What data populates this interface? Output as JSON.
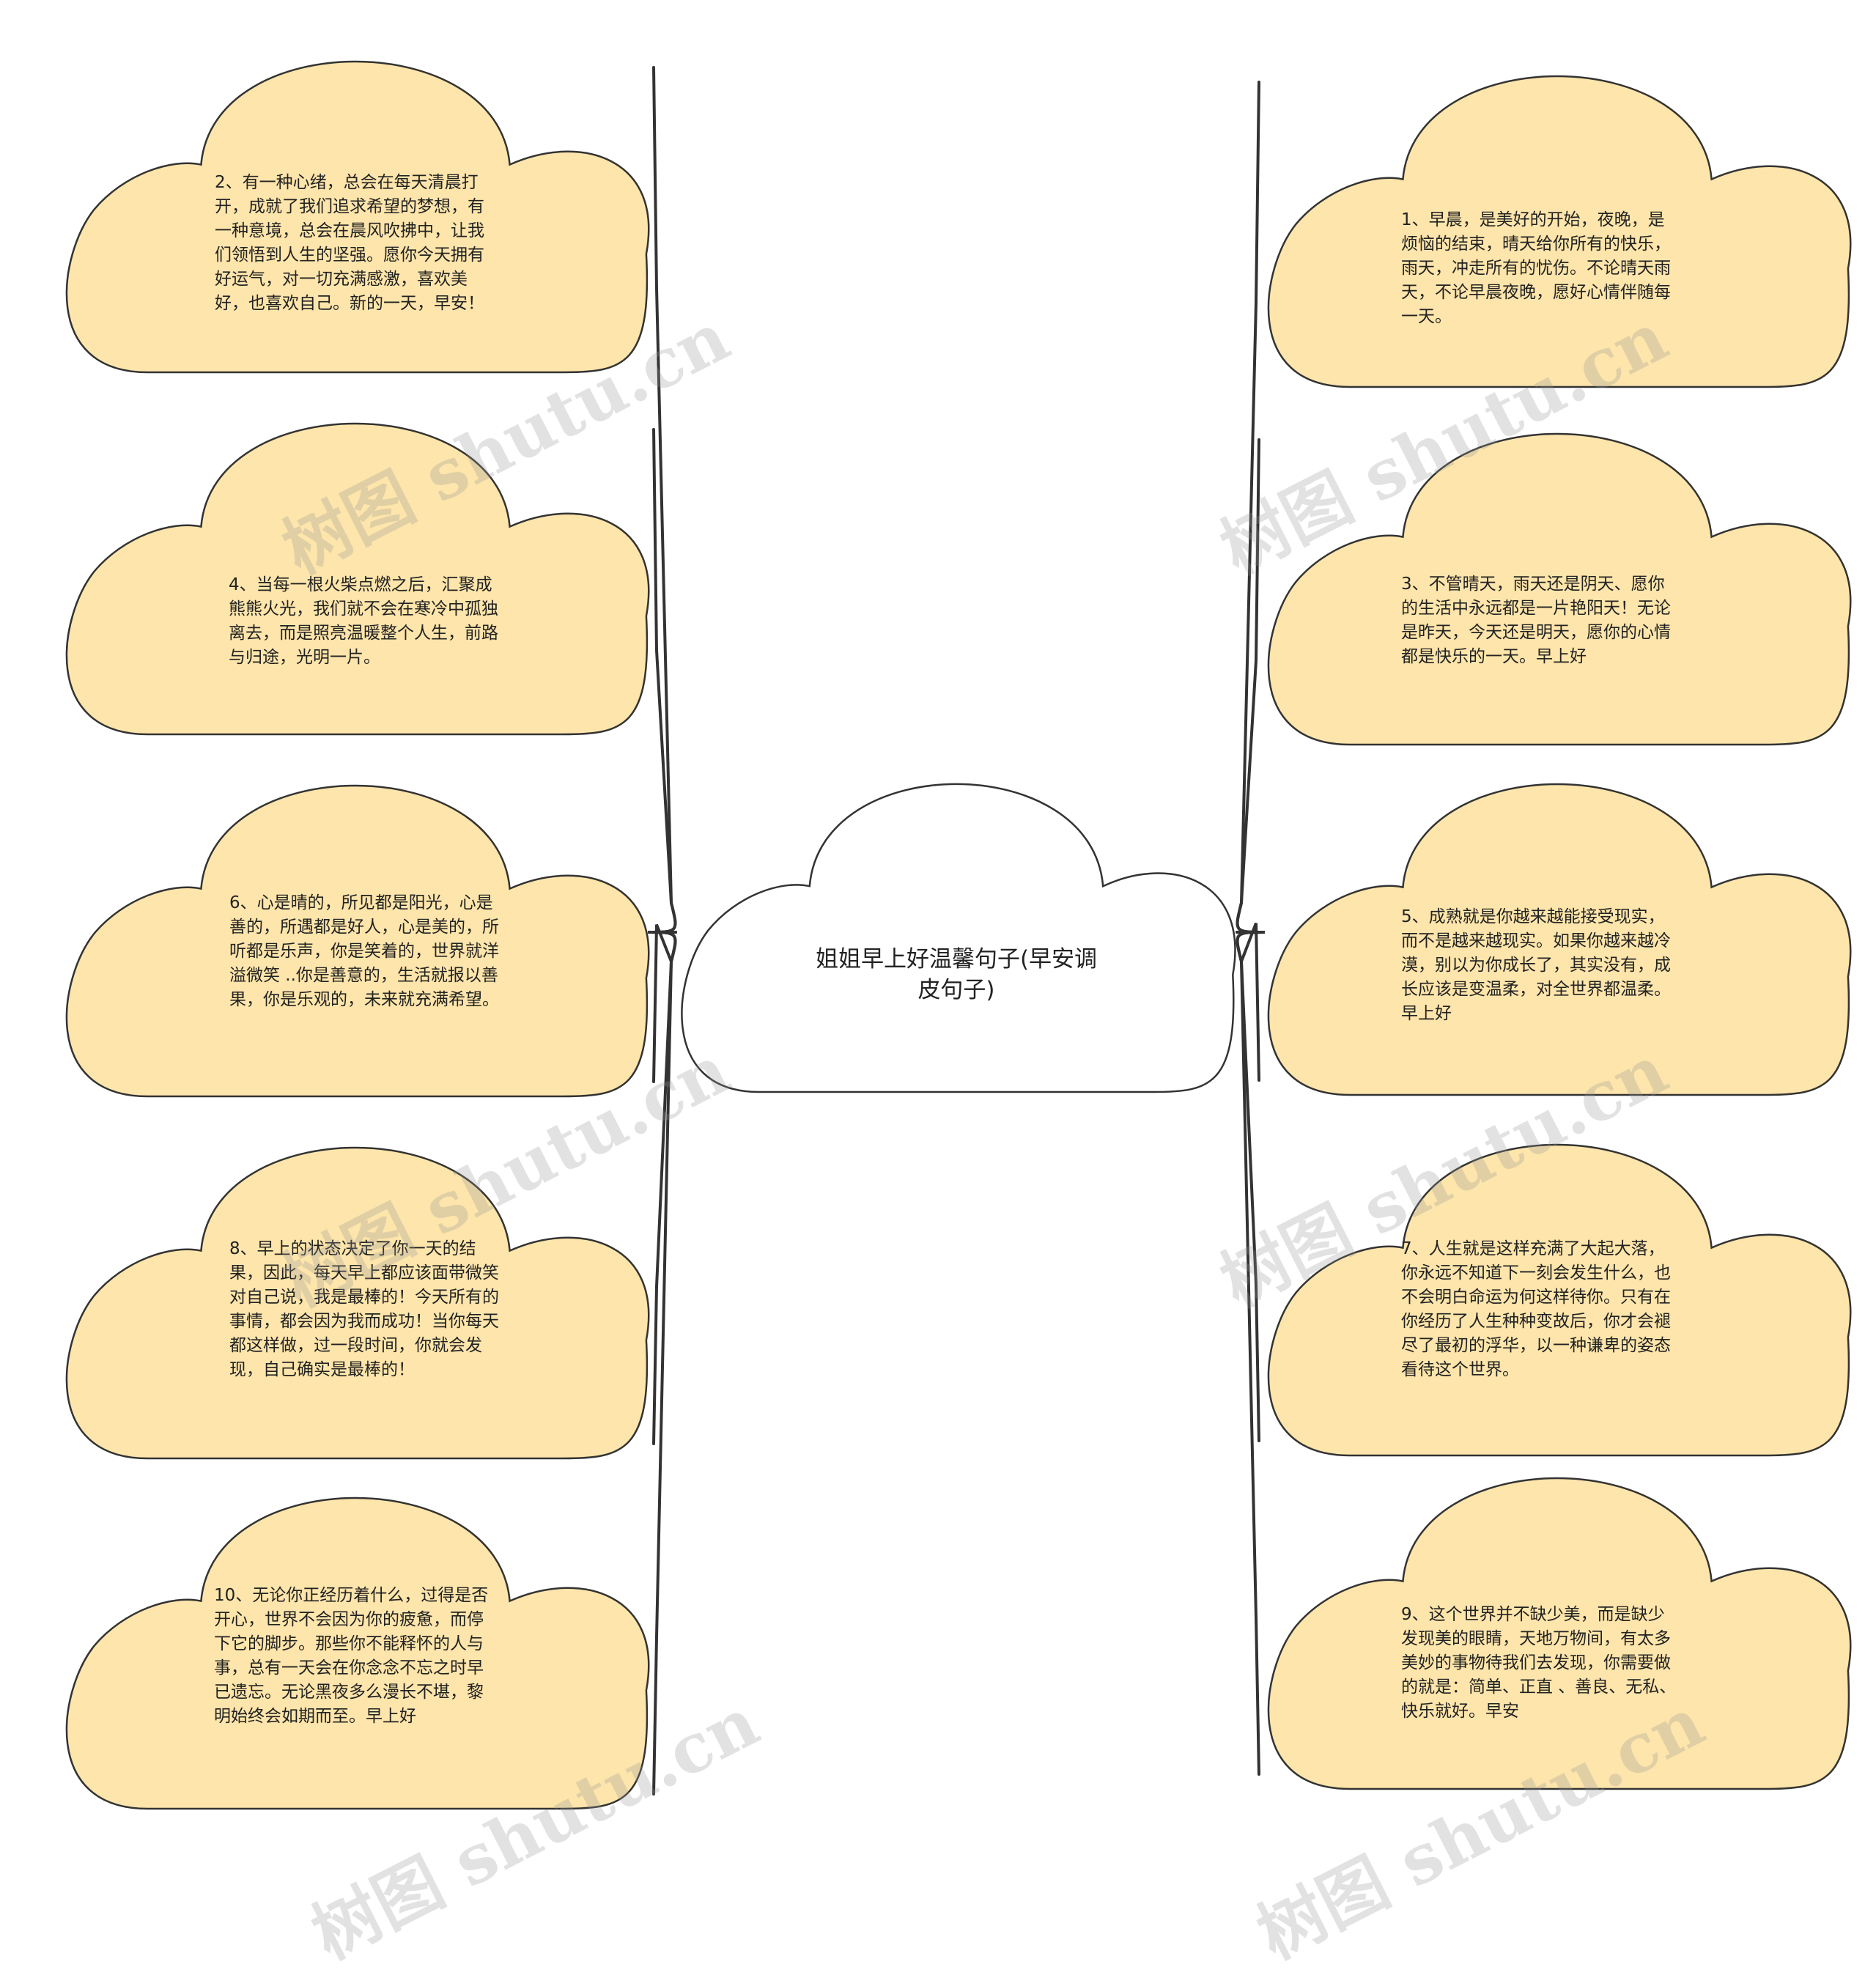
{
  "root": {
    "title": "姐姐早上好温馨句子(早安调皮句子)"
  },
  "nodes": [
    {
      "id": 1,
      "side": "right",
      "text": "1、早晨，是美好的开始，夜晚，是烦恼的结束，晴天给你所有的快乐，雨天，冲走所有的忧伤。不论晴天雨天，不论早晨夜晚，愿好心情伴随每一天。"
    },
    {
      "id": 2,
      "side": "left",
      "text": "2、有一种心绪，总会在每天清晨打开，成就了我们追求希望的梦想，有一种意境，总会在晨风吹拂中，让我们领悟到人生的坚强。愿你今天拥有好运气，对一切充满感激，喜欢美好，也喜欢自己。新的一天，早安！"
    },
    {
      "id": 3,
      "side": "right",
      "text": "3、不管晴天，雨天还是阴天、愿你的生活中永远都是一片艳阳天！无论是昨天，今天还是明天，愿你的心情都是快乐的一天。早上好"
    },
    {
      "id": 4,
      "side": "left",
      "text": "4、当每一根火柴点燃之后，汇聚成熊熊火光，我们就不会在寒冷中孤独离去，而是照亮温暖整个人生，前路与归途，光明一片。"
    },
    {
      "id": 5,
      "side": "right",
      "text": "5、成熟就是你越来越能接受现实，而不是越来越现实。如果你越来越冷漠，别以为你成长了，其实没有，成长应该是变温柔，对全世界都温柔。早上好"
    },
    {
      "id": 6,
      "side": "left",
      "text": "6、心是晴的，所见都是阳光，心是善的，所遇都是好人，心是美的，所听都是乐声，你是笑着的，世界就洋溢微笑 ..你是善意的，生活就报以善果，你是乐观的，未来就充满希望。"
    },
    {
      "id": 7,
      "side": "right",
      "text": "7、人生就是这样充满了大起大落，你永远不知道下一刻会发生什么，也不会明白命运为何这样待你。只有在你经历了人生种种变故后，你才会褪尽了最初的浮华，以一种谦卑的姿态看待这个世界。"
    },
    {
      "id": 8,
      "side": "left",
      "text": "8、早上的状态决定了你一天的结果，因此，每天早上都应该面带微笑对自己说，我是最棒的！今天所有的事情，都会因为我而成功！当你每天都这样做，过一段时间，你就会发现，自己确实是最棒的！"
    },
    {
      "id": 9,
      "side": "right",
      "text": "9、这个世界并不缺少美，而是缺少发现美的眼睛，天地万物间，有太多美妙的事物待我们去发现，你需要做的就是：简单、正直 、善良、无私、快乐就好。早安"
    },
    {
      "id": 10,
      "side": "left",
      "text": "10、无论你正经历着什么，过得是否开心，世界不会因为你的疲惫，而停下它的脚步。那些你不能释怀的人与事，总有一天会在你念念不忘之时早已遗忘。无论黑夜多么漫长不堪，黎明始终会如期而至。早上好"
    }
  ],
  "watermark": "树图 shutu.cn",
  "colors": {
    "leaf_fill": "#fde5ab",
    "root_fill": "#ffffff",
    "stroke": "#333333",
    "watermark": "#969696"
  }
}
